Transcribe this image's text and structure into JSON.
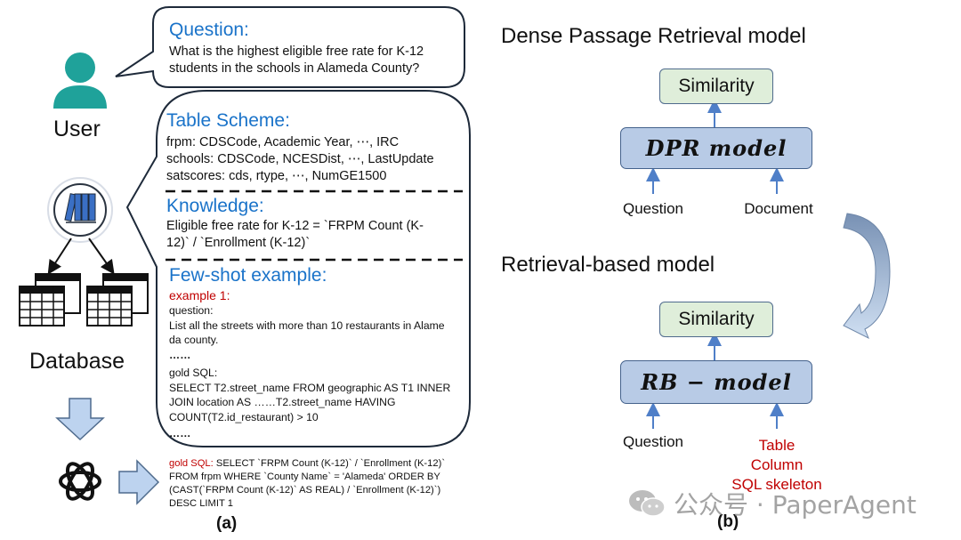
{
  "panel_a": {
    "user_label": "User",
    "database_label": "Database",
    "question": {
      "heading": "Question:",
      "text_line1": "What is the highest eligible free rate for K-12",
      "text_line2": "students in the schools in Alameda County?"
    },
    "table_scheme": {
      "heading": "Table Scheme:",
      "lines": [
        "frpm: CDSCode, Academic Year, ⋯, IRC",
        "schools: CDSCode, NCESDist, ⋯, LastUpdate",
        "satscores: cds, rtype, ⋯, NumGE1500"
      ]
    },
    "knowledge": {
      "heading": "Knowledge:",
      "line1": "Eligible free rate for K-12 = `FRPM Count (K-",
      "line2": "12)` / `Enrollment (K-12)`"
    },
    "few_shot": {
      "heading": "Few-shot example:",
      "example_label": "example 1:",
      "question_label": "question:",
      "question_line1": "List all the streets with more than 10 restaurants in Alame",
      "question_line2": "da county.",
      "ellipsis1": "……",
      "gold_label": "gold SQL:",
      "sql_line1": "SELECT T2.street_name FROM geographic AS T1 INNER",
      "sql_line2": "JOIN location AS ……T2.street_name HAVING",
      "sql_line3": "COUNT(T2.id_restaurant) > 10",
      "ellipsis2": "……"
    },
    "output": {
      "gold_label": "gold SQL:",
      "line1": " SELECT `FRPM Count (K-12)` / `Enrollment (K-12)`",
      "line2": "FROM frpm WHERE `County Name` = 'Alameda' ORDER BY",
      "line3": "(CAST(`FRPM Count (K-12)` AS REAL) / `Enrollment (K-12)`)",
      "line4": "DESC LIMIT 1"
    },
    "caption": "(a)"
  },
  "panel_b": {
    "dpr": {
      "title": "Dense Passage Retrieval model",
      "similarity": "Similarity",
      "model": "DPR model",
      "input_left": "Question",
      "input_right": "Document"
    },
    "rb": {
      "title": "Retrieval-based model",
      "similarity": "Similarity",
      "model": "RB − model",
      "input_left": "Question",
      "input_right_lines": [
        "Table",
        "Column",
        "SQL skeleton"
      ]
    },
    "caption": "(b)"
  },
  "watermark": "公众号 · PaperAgent",
  "colors": {
    "accent_blue": "#1a73c9",
    "teal_user": "#1fa29a",
    "red_text": "#c00000",
    "similarity_fill": "#dfeeda",
    "model_fill": "#b8cbe6",
    "arrow_blue": "#4f7fc8"
  }
}
